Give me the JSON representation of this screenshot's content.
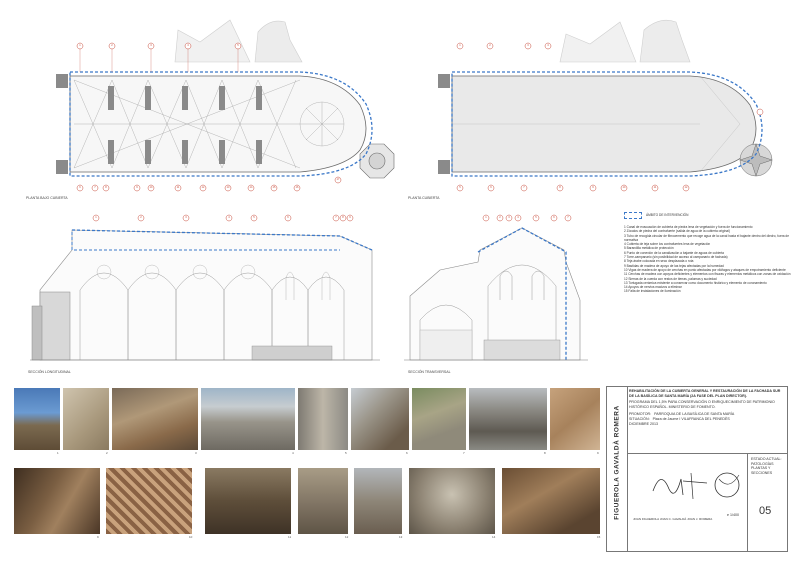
{
  "drawings": {
    "plan_lower_roof": "PLANTA BAJO CUBIERTA",
    "plan_roof": "PLANTA CUBIERTA",
    "section_long": "SECCIÓN LONGITUDINAL",
    "section_trans": "SECCIÓN TRANSVERSAL"
  },
  "plan_markers_top_left": [
    "1",
    "2",
    "3",
    "4",
    "5"
  ],
  "plan_markers_bottom_left": [
    "6",
    "7",
    "8",
    "9",
    "10",
    "11",
    "12",
    "13",
    "14",
    "15",
    "16",
    "17"
  ],
  "plan_markers_top_right": [
    "1",
    "2",
    "3",
    "4"
  ],
  "plan_markers_bottom_right": [
    "5",
    "6",
    "7",
    "8",
    "9",
    "10",
    "11",
    "12"
  ],
  "section_markers_long": [
    "1",
    "2",
    "3",
    "4",
    "5",
    "6",
    "7",
    "8",
    "9"
  ],
  "section_markers_trans": [
    "1",
    "2",
    "3",
    "4",
    "5",
    "6",
    "7"
  ],
  "legend": {
    "title": "ÁMBITO DE INTERVENCIÓN",
    "items": [
      "1  Canal de evacuación de cubierta de piedra lena de vegetación y fuera de funcionamiento",
      "2  Zócalos de piedra del contrafuerte (salida de agua de la cubierta original)",
      "3  Tubo de recogida circular de fibrocemento que recoge agua de la canal hasta el bajante dentro del diedro, fuera de normativa",
      "4  Cubierta de teja sobre los contrafuertes lena de vegetación",
      "5  Barandilla metálica de protección",
      "6  Punto de conexión de la canalización a bajante de aguas de cubierta",
      "7  Torre-campanario (sin posibilidad de acceso al campanario de fachada)",
      "8  Teja árabe colocada en seco desplazada o rota",
      "9  Bastidas de madera de apoyo de las tejas afectadas por la humedad",
      "10  Vigas de madera de apoyo de cerchas en punto afectadas por xilófagos y ataques de empotramiento deficiente",
      "11  Cerchas de madera con apoyos deficientes y elementos con fisuras y elementos metálicos con zonas de oxidación",
      "12  Sierras de la cuerda con restos de tierras, palomas y suciedad",
      "13  Tortugada cerámica existente a conservar como documento histórico y elemento de coronamiento",
      "14  Apoyos de nervios macizos a eliminar",
      "15  Falta de instalaciones de iluminación"
    ]
  },
  "photos": {
    "row1_numbers": [
      "1",
      "2",
      "3",
      "4",
      "5",
      "6",
      "7",
      "8",
      "9"
    ],
    "row2_numbers": [
      "9",
      "10",
      "11",
      "12",
      "13",
      "14",
      "15"
    ]
  },
  "title_block": {
    "vertical_name": "FIGUEROLA GAVALDÀ ROMERA",
    "project_title": "REHABILITACIÓN DE LA CUBIERTA GENERAL Y RESTAURACIÓN DE LA FACHADA SUR DE LA BASÍLICA DE SANTA MARÍA (2A FASE DEL PLAN DIRECTOR).",
    "program": "PROGRAMA DEL 1,5% PARA CONSERVACIÓN O ENRIQUECIMIENTO DE PATRIMONIO HISTÓRICO ESPAÑOL. MINISTERIO DE FOMENTO.",
    "promoter_label": "PROMOTOR:",
    "promoter": "PARROQUIA DE LA BASÍLICA DE SANTA MARÍA",
    "location_label": "SITUACIÓN:",
    "location": "Plaza de Jaume I VILAFRANCA DEL PENEDÈS",
    "date": "DICIEMBRE 2013",
    "sheet_title": "ESTADO ACTUAL: PATOLOGÍAS PLANTAS Y SECCIONES",
    "architects": "JOAN FIGUEROLA   JOAN C. GAVALDÀ   JOAN J. ROMERA",
    "scale": "e 1/400",
    "sheet_number": "05"
  }
}
